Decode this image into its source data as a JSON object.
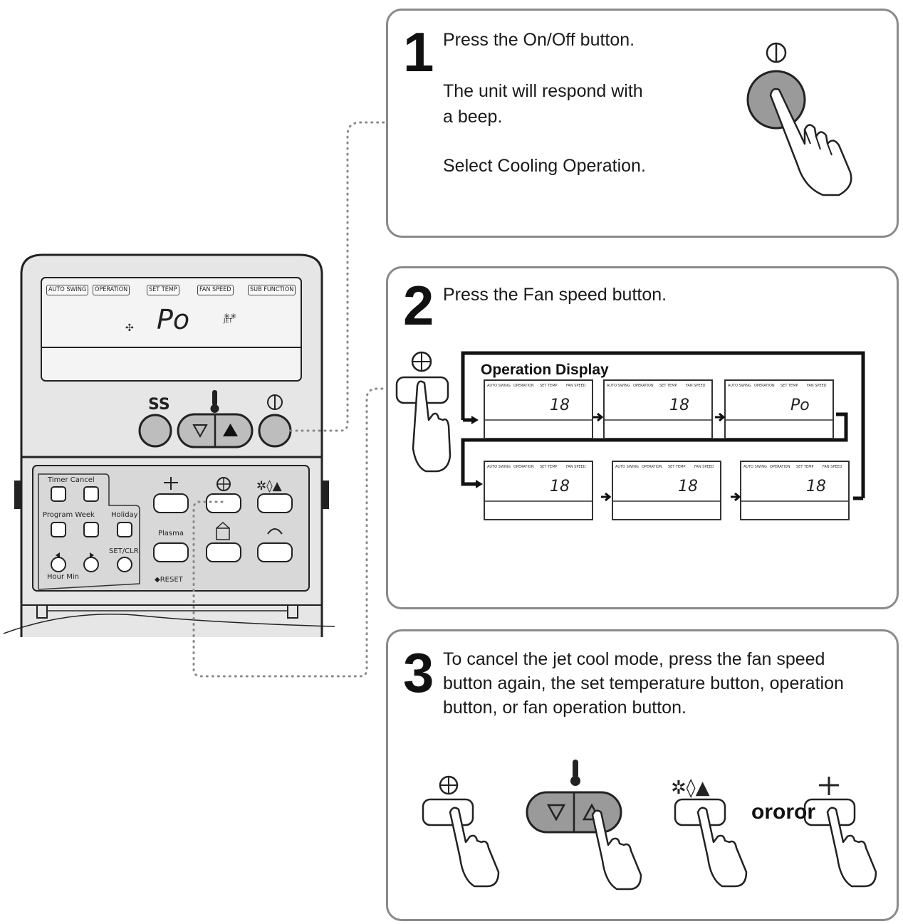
{
  "remote": {
    "lcd_tabs": [
      "AUTO SWING",
      "OPERATION",
      "SET TEMP",
      "FAN SPEED",
      "SUB FUNCTION"
    ],
    "lcd_value": "Po",
    "jet_label": "JET",
    "labels": {
      "timer_cancel": "Timer Cancel",
      "program_week": "Program Week",
      "holiday": "Holiday",
      "set_clr": "SET/CLR",
      "hour_min": "Hour Min",
      "plasma": "Plasma",
      "reset": "RESET"
    }
  },
  "step1": {
    "number": "1",
    "line1": "Press the On/Off button.",
    "line2": "The unit will respond with",
    "line3": "a beep.",
    "line4": "Select Cooling Operation."
  },
  "step2": {
    "number": "2",
    "line1": "Press the Fan speed button.",
    "display_title": "Operation Display",
    "mini_displays": [
      {
        "value": "18",
        "tabs": [
          "AUTO SWING",
          "OPERATION",
          "SET TEMP",
          "FAN SPEED"
        ]
      },
      {
        "value": "18",
        "tabs": [
          "AUTO SWING",
          "OPERATION",
          "SET TEMP",
          "FAN SPEED"
        ]
      },
      {
        "value": "Po",
        "tabs": [
          "AUTO SWING",
          "OPERATION",
          "SET TEMP",
          "FAN SPEED"
        ]
      },
      {
        "value": "18",
        "tabs": [
          "AUTO SWING",
          "OPERATION",
          "SET TEMP",
          "FAN SPEED"
        ]
      },
      {
        "value": "18",
        "tabs": [
          "AUTO SWING",
          "OPERATION",
          "SET TEMP",
          "FAN SPEED"
        ]
      },
      {
        "value": "18",
        "tabs": [
          "AUTO SWING",
          "OPERATION",
          "SET TEMP",
          "FAN SPEED"
        ]
      }
    ]
  },
  "step3": {
    "number": "3",
    "line1": "To cancel the jet cool mode, press the fan speed",
    "line2": "button again, the set temperature button, operation",
    "line3": "button, or fan operation button.",
    "or_text": "ororor"
  }
}
